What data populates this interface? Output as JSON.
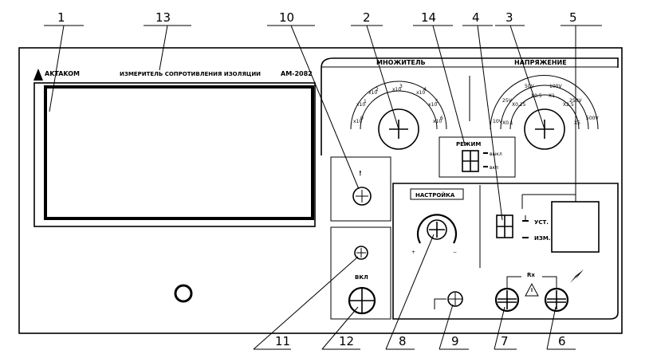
{
  "header": {
    "brand": "AKTAKOM",
    "title": "ИЗМЕРИТЕЛЬ СОПРОТИВЛЕНИЯ ИЗОЛЯЦИИ",
    "model": "АМ-2082"
  },
  "multiplier": {
    "title": "МНОЖИТЕЛЬ",
    "labels": [
      "x10",
      "x10",
      "x10",
      "x10",
      "x10",
      "x10",
      "x10"
    ],
    "exponents": [
      "0",
      "1",
      "2",
      "3",
      "4",
      "5",
      "6"
    ]
  },
  "voltage": {
    "title": "НАПРЯЖЕНИЕ",
    "values": [
      "10V",
      "25V",
      "50V",
      "100V",
      "250V",
      "500V"
    ],
    "factors": [
      "X0.1",
      "X0.25",
      "X0.5",
      "X1",
      "X2.5",
      "X5"
    ]
  },
  "mode": {
    "title": "РЕЖИМ",
    "off": "выкл",
    "on": "вкл"
  },
  "warning": {
    "symbol": "!"
  },
  "power": {
    "label": "ВКЛ"
  },
  "adjust": {
    "title": "НАСТРОЙКА",
    "plus": "+",
    "minus": "−"
  },
  "set_measure": {
    "set": "УСТ.",
    "measure": "ИЗМ."
  },
  "terminals": {
    "rx": "Rx"
  },
  "callouts": [
    "1",
    "13",
    "10",
    "2",
    "14",
    "4",
    "3",
    "5",
    "11",
    "12",
    "8",
    "9",
    "7",
    "6"
  ]
}
